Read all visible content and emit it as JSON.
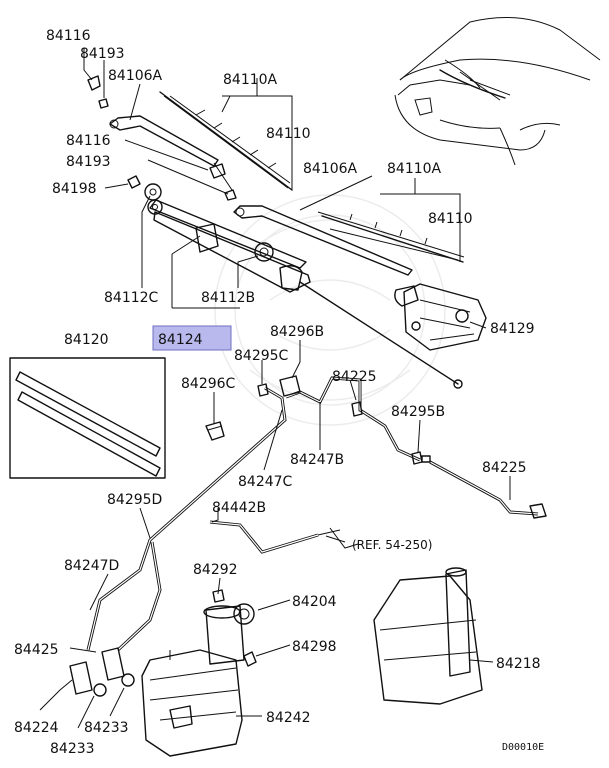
{
  "diagram": {
    "highlighted": "84124",
    "highlight_color": "#b9b9ee",
    "labels": {
      "l_84116a": "84116",
      "l_84193a": "84193",
      "l_84106a_1": "84106A",
      "l_84110a_1": "84110A",
      "l_84110_1": "84110",
      "l_84116b": "84116",
      "l_84193b": "84193",
      "l_84198": "84198",
      "l_84106a_2": "84106A",
      "l_84110a_2": "84110A",
      "l_84110_2": "84110",
      "l_84112c": "84112C",
      "l_84112b": "84112B",
      "l_84124": "84124",
      "l_84120": "84120",
      "l_84296b": "84296B",
      "l_84129": "84129",
      "l_84295c": "84295C",
      "l_84296c": "84296C",
      "l_84225a": "84225",
      "l_84295b": "84295B",
      "l_84247b": "84247B",
      "l_84247c": "84247C",
      "l_84225b": "84225",
      "l_84295d": "84295D",
      "l_84442b": "84442B",
      "l_ref": "(REF. 54-250)",
      "l_84247d": "84247D",
      "l_84292": "84292",
      "l_84204": "84204",
      "l_84425": "84425",
      "l_84298": "84298",
      "l_84218": "84218",
      "l_84224": "84224",
      "l_84233a": "84233",
      "l_84233b": "84233",
      "l_84242": "84242",
      "l_code": "D00010E"
    }
  }
}
